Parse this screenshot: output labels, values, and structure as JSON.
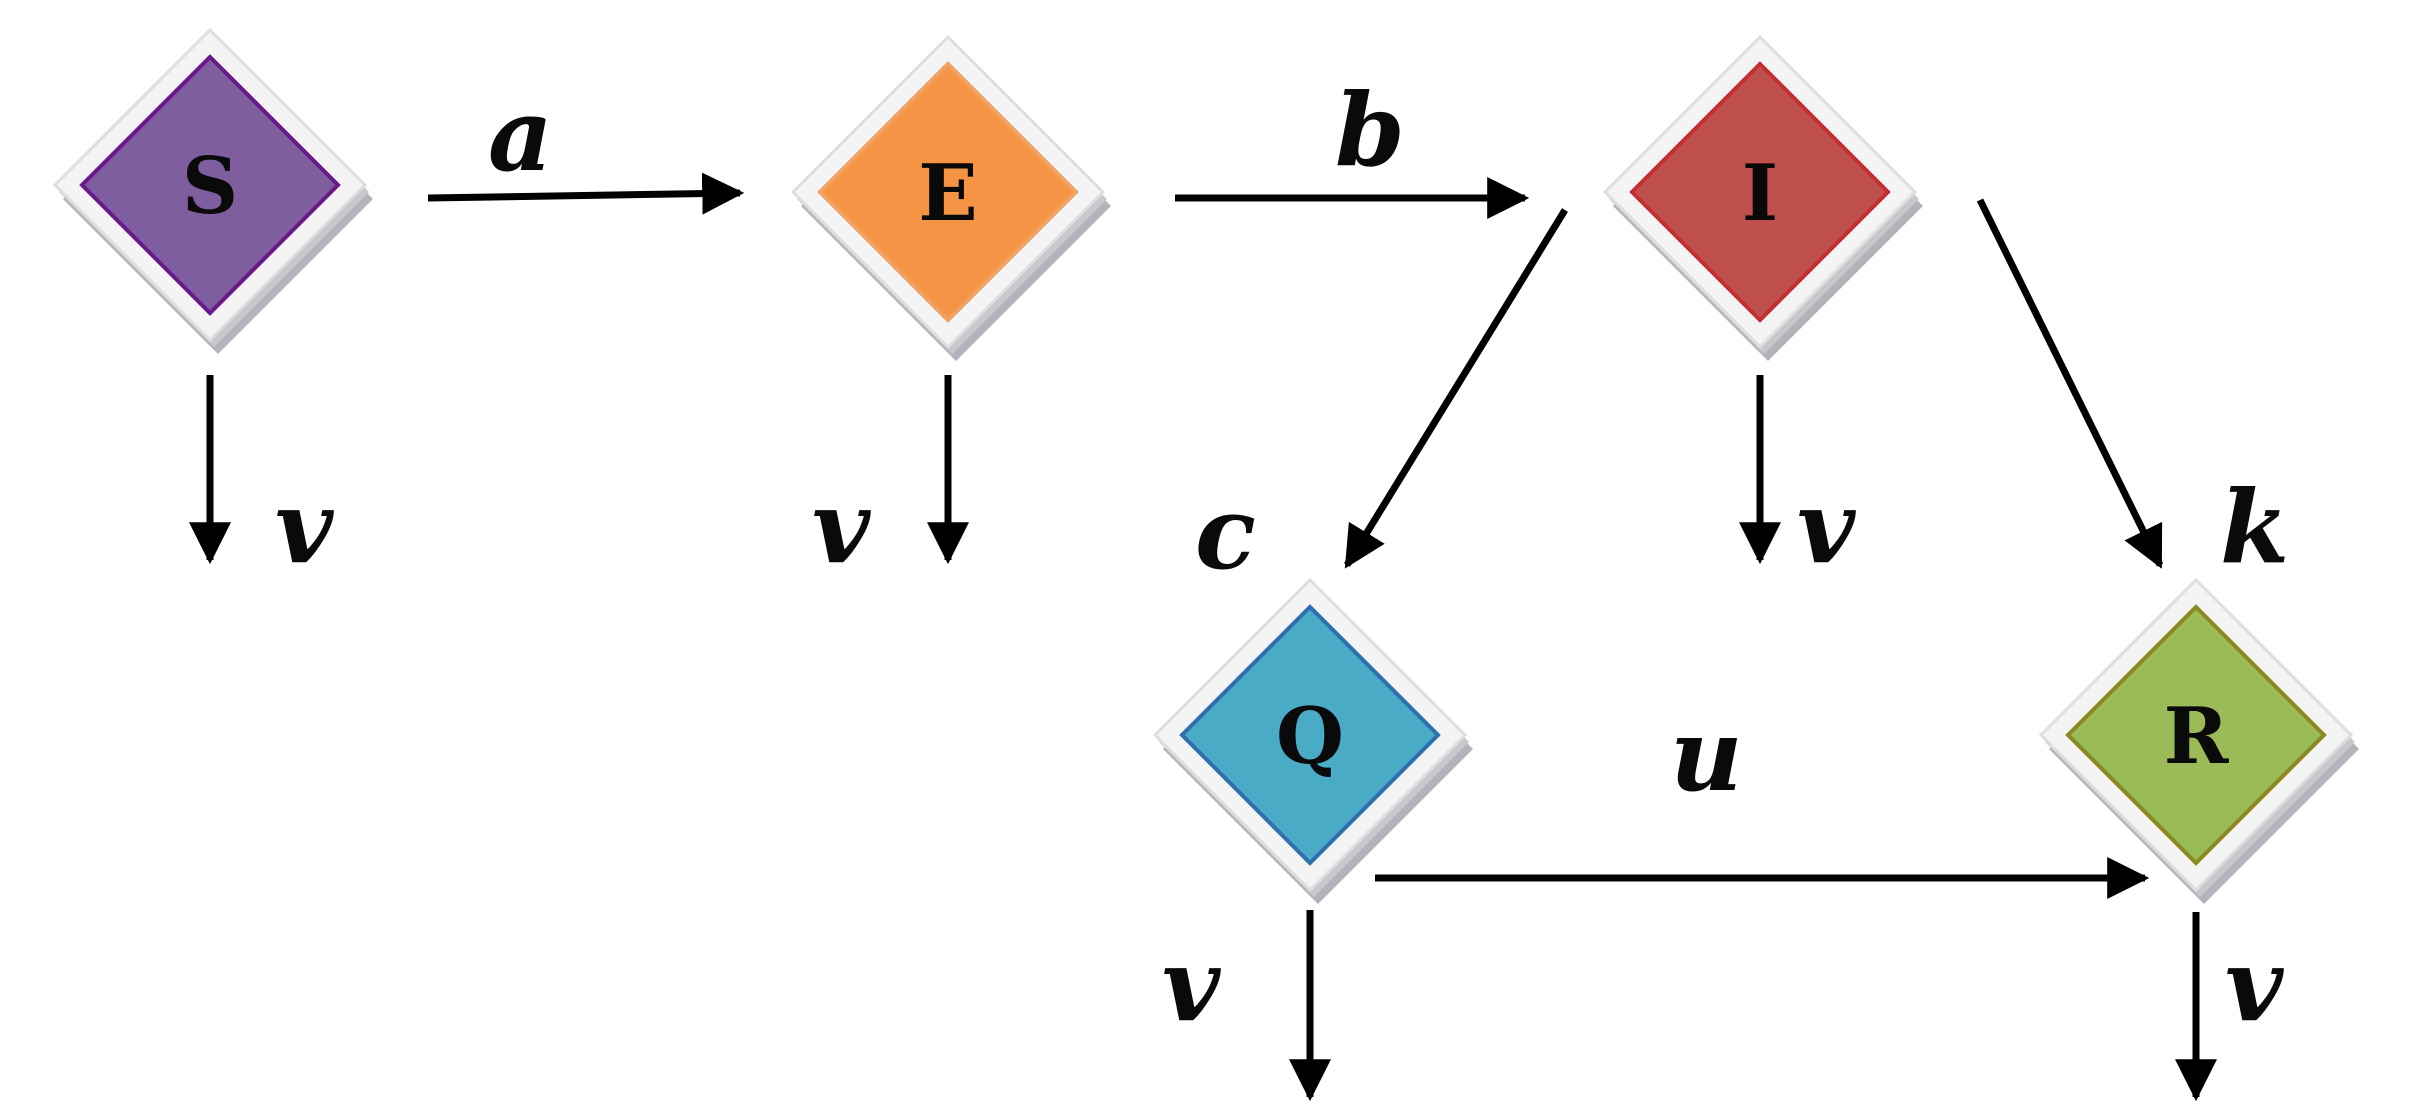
{
  "nodes": [
    {
      "id": "S",
      "label": "S",
      "color": "#7e5e9e",
      "border": "#6a1a8a"
    },
    {
      "id": "E",
      "label": "E",
      "color": "#f59445",
      "border": "#f0a060"
    },
    {
      "id": "I",
      "label": "I",
      "color": "#c0504d",
      "border": "#c03030"
    },
    {
      "id": "Q",
      "label": "Q",
      "color": "#4aabc6",
      "border": "#2f6fb0"
    },
    {
      "id": "R",
      "label": "R",
      "color": "#9bbb59",
      "border": "#8a8a20"
    }
  ],
  "edges": [
    {
      "from": "S",
      "to": "E",
      "label": "a"
    },
    {
      "from": "E",
      "to": "I",
      "label": "b"
    },
    {
      "from": "I",
      "to": "Q",
      "label": "c"
    },
    {
      "from": "I",
      "to": "R",
      "label": "k"
    },
    {
      "from": "Q",
      "to": "R",
      "label": "u"
    }
  ],
  "outflows": [
    {
      "node": "S",
      "label": "v"
    },
    {
      "node": "E",
      "label": "v"
    },
    {
      "node": "I",
      "label": "v"
    },
    {
      "node": "Q",
      "label": "v"
    },
    {
      "node": "R",
      "label": "v"
    }
  ]
}
